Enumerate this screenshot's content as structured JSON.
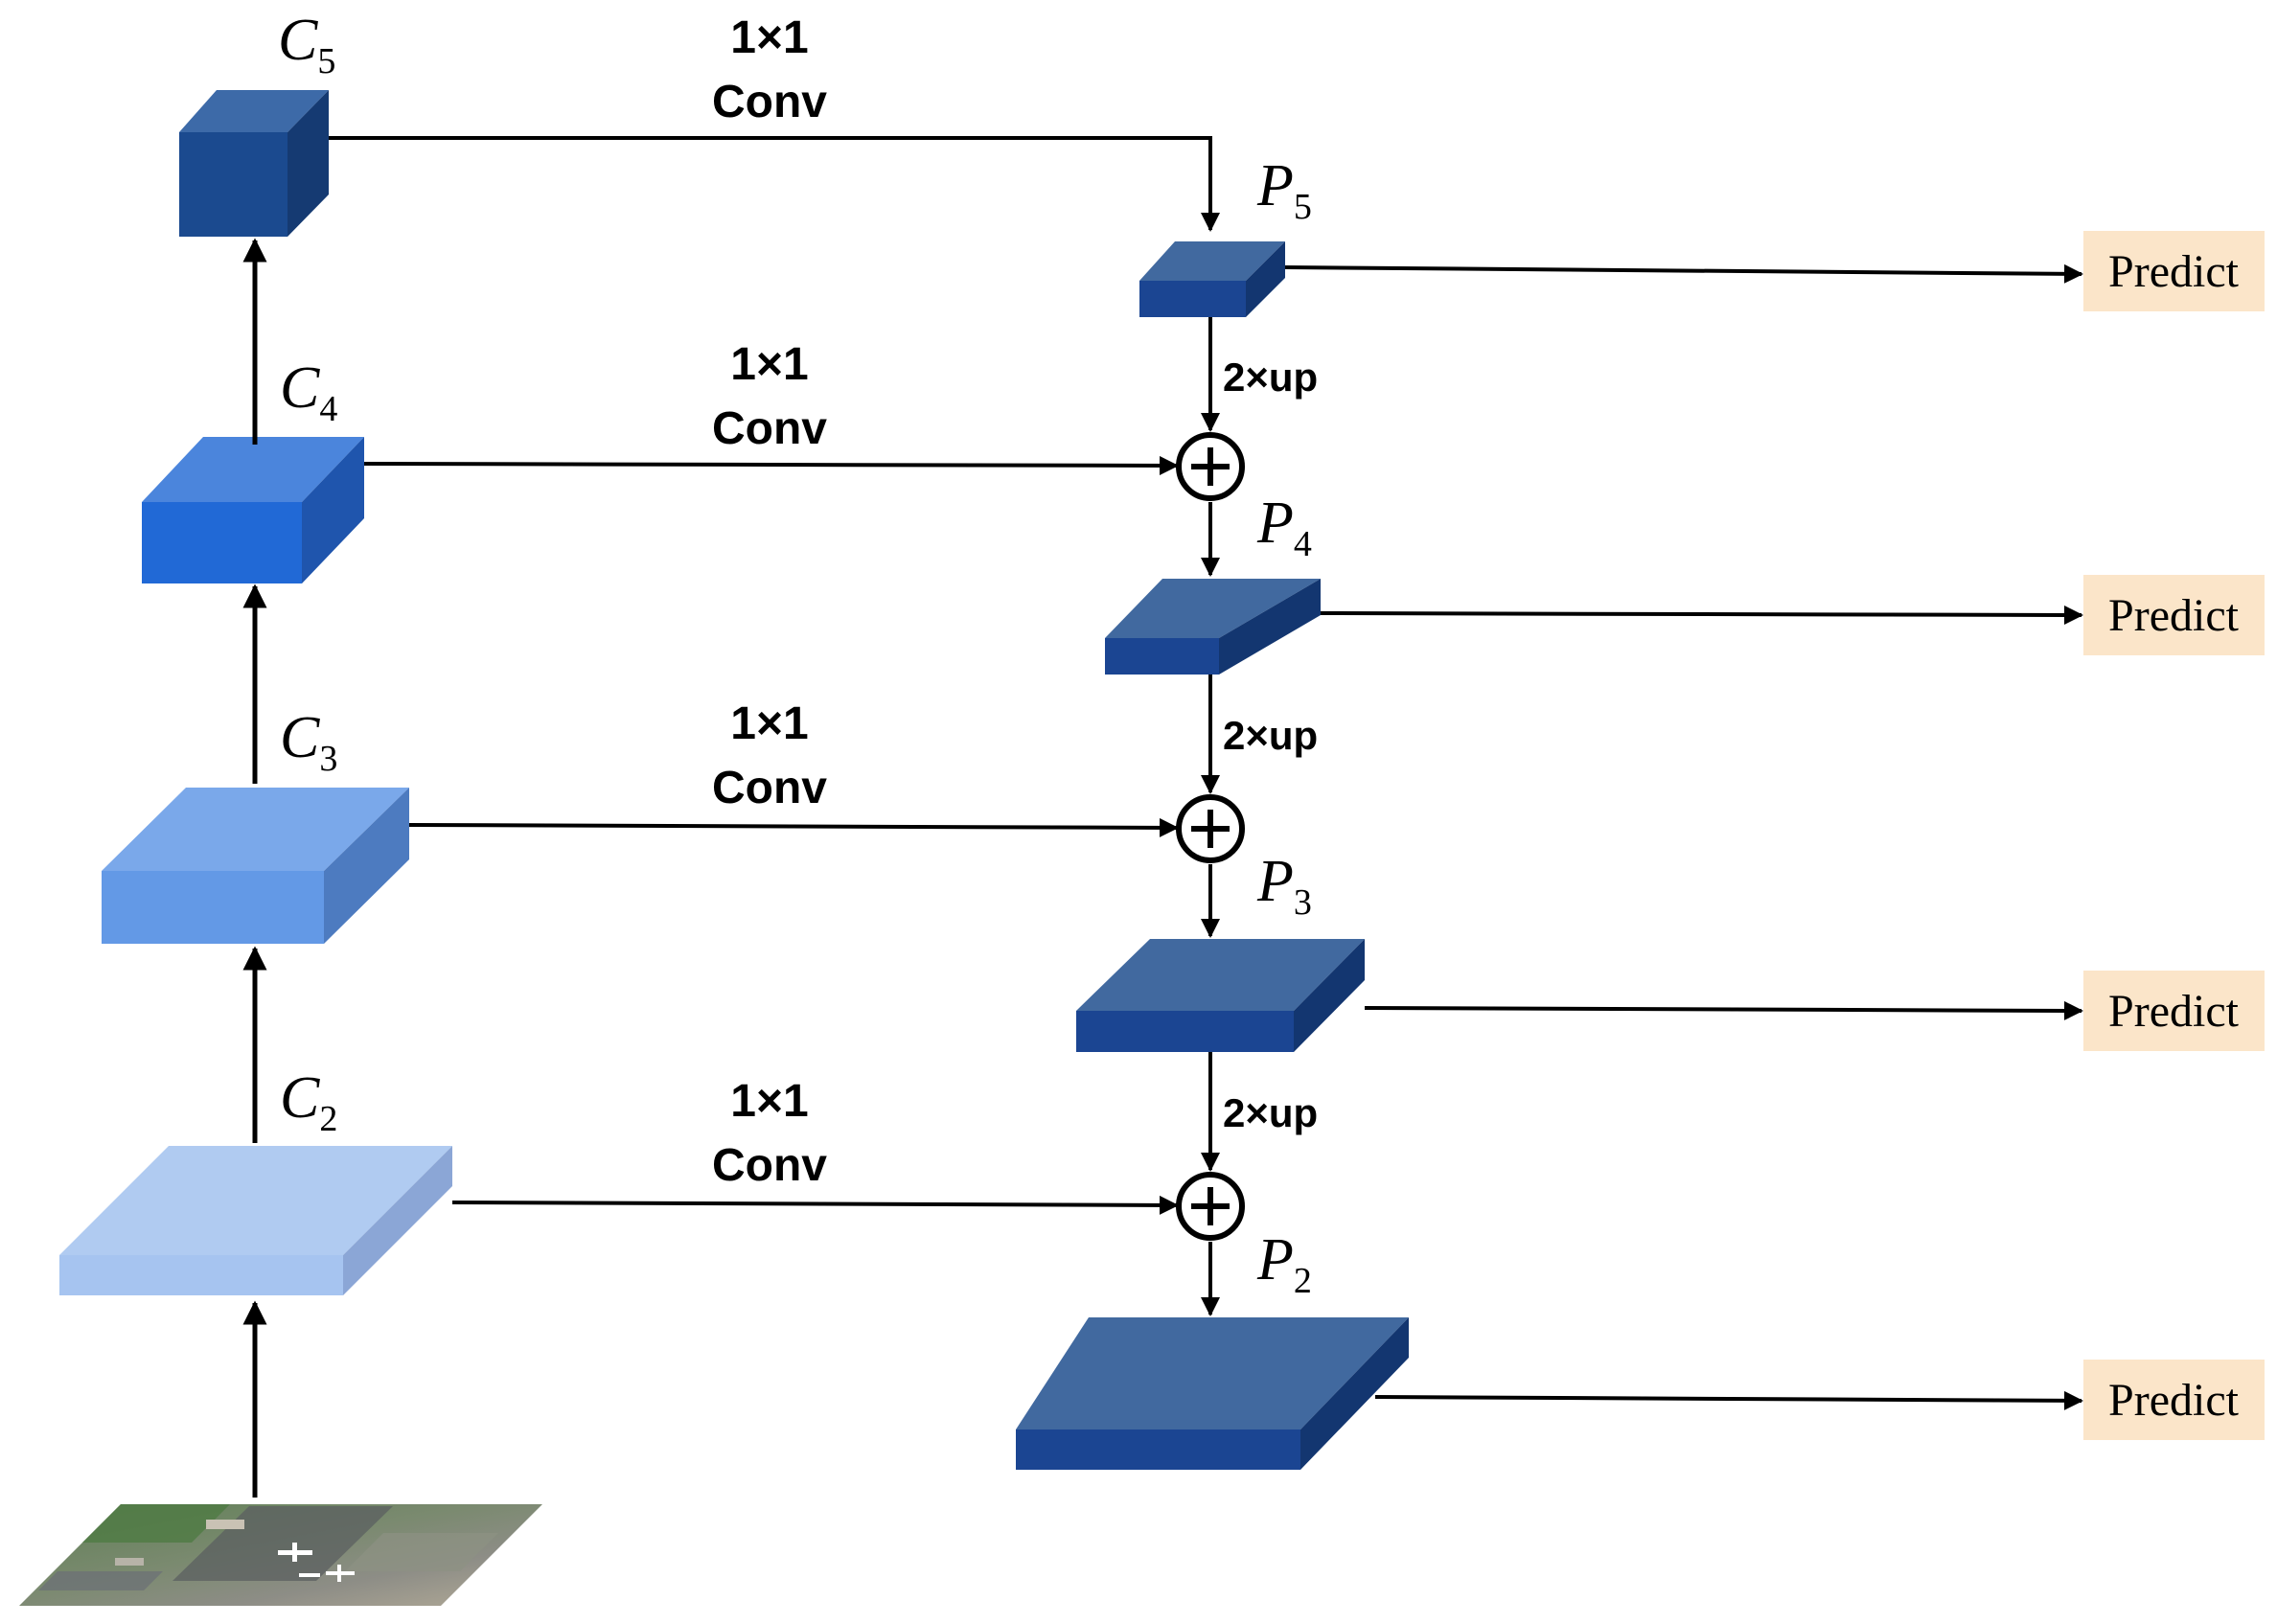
{
  "colors": {
    "c5_front": "#1b4a8f",
    "c5_top": "#3d6aa8",
    "c5_side": "#153a72",
    "c4_front": "#2169d6",
    "c4_top": "#4b85dc",
    "c4_side": "#1f55ad",
    "c3_front": "#6399e6",
    "c3_top": "#7aa8ea",
    "c3_side": "#4d7bc0",
    "c2_front": "#a6c4f0",
    "c2_top": "#b0cbf1",
    "c2_side": "#8ba6d6",
    "p_front": "#1b4592",
    "p_top": "#41699f",
    "p_side": "#133670",
    "predict_bg": "#fbe5c9",
    "arrow": "#000000"
  },
  "backbone": {
    "c5": {
      "letter": "C",
      "sub": "5"
    },
    "c4": {
      "letter": "C",
      "sub": "4"
    },
    "c3": {
      "letter": "C",
      "sub": "3"
    },
    "c2": {
      "letter": "C",
      "sub": "2"
    }
  },
  "pyramid": {
    "p5": {
      "letter": "P",
      "sub": "5"
    },
    "p4": {
      "letter": "P",
      "sub": "4"
    },
    "p3": {
      "letter": "P",
      "sub": "3"
    },
    "p2": {
      "letter": "P",
      "sub": "2"
    }
  },
  "lateral": {
    "line1": "1×1",
    "line2": "Conv"
  },
  "upsample": {
    "label": "2×up"
  },
  "predict": {
    "label": "Predict"
  }
}
